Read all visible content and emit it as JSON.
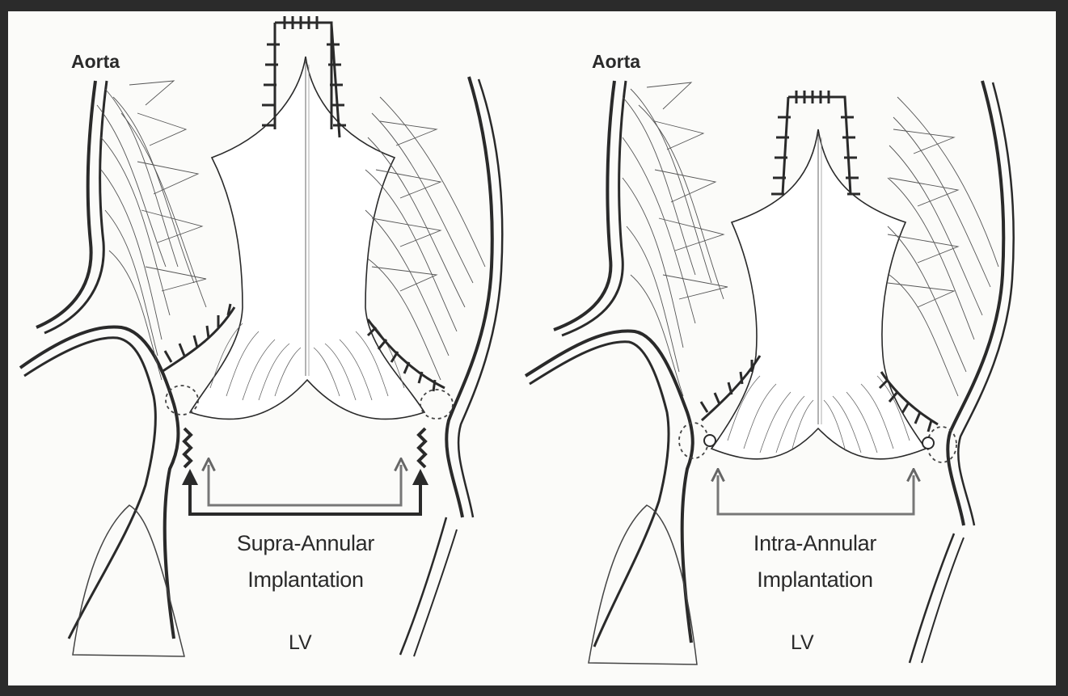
{
  "colors": {
    "background_border": "#2b2b2b",
    "paper": "#fbfbf9",
    "ink": "#2a2a2a",
    "leaflet_line": "#555555"
  },
  "left_panel": {
    "aorta_label": "Aorta",
    "caption_line1": "Supra-Annular",
    "caption_line2": "Implantation",
    "ventricle_label": "LV"
  },
  "right_panel": {
    "aorta_label": "Aorta",
    "caption_line1": "Intra-Annular",
    "caption_line2": "Implantation",
    "ventricle_label": "LV"
  }
}
